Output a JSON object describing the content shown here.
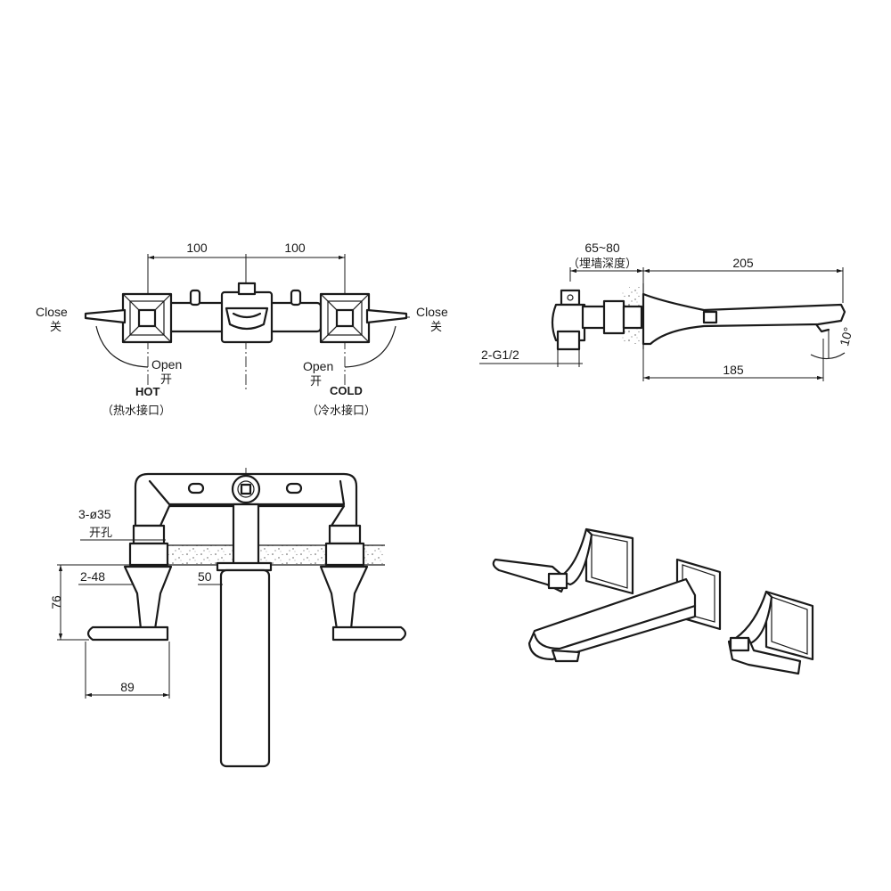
{
  "top_view": {
    "dim_left": "100",
    "dim_right": "100",
    "close_left": "Close",
    "close_left_cn": "关",
    "close_right": "Close",
    "close_right_cn": "关",
    "open_left": "Open",
    "open_left_cn": "开",
    "open_right": "Open",
    "open_right_cn": "开",
    "hot": "HOT",
    "hot_cn": "（热水接口）",
    "cold": "COLD",
    "cold_cn": "（冷水接口）"
  },
  "side_view": {
    "depth": "65~80",
    "depth_cn": "（埋墙深度）",
    "length_top": "205",
    "length_bottom": "185",
    "thread": "2-G1/2",
    "angle": "10°"
  },
  "front_view": {
    "holes": "3-ø35",
    "holes_cn": "开孔",
    "thickness": "2-48",
    "spout_width": "50",
    "height": "76",
    "handle_len": "89"
  }
}
